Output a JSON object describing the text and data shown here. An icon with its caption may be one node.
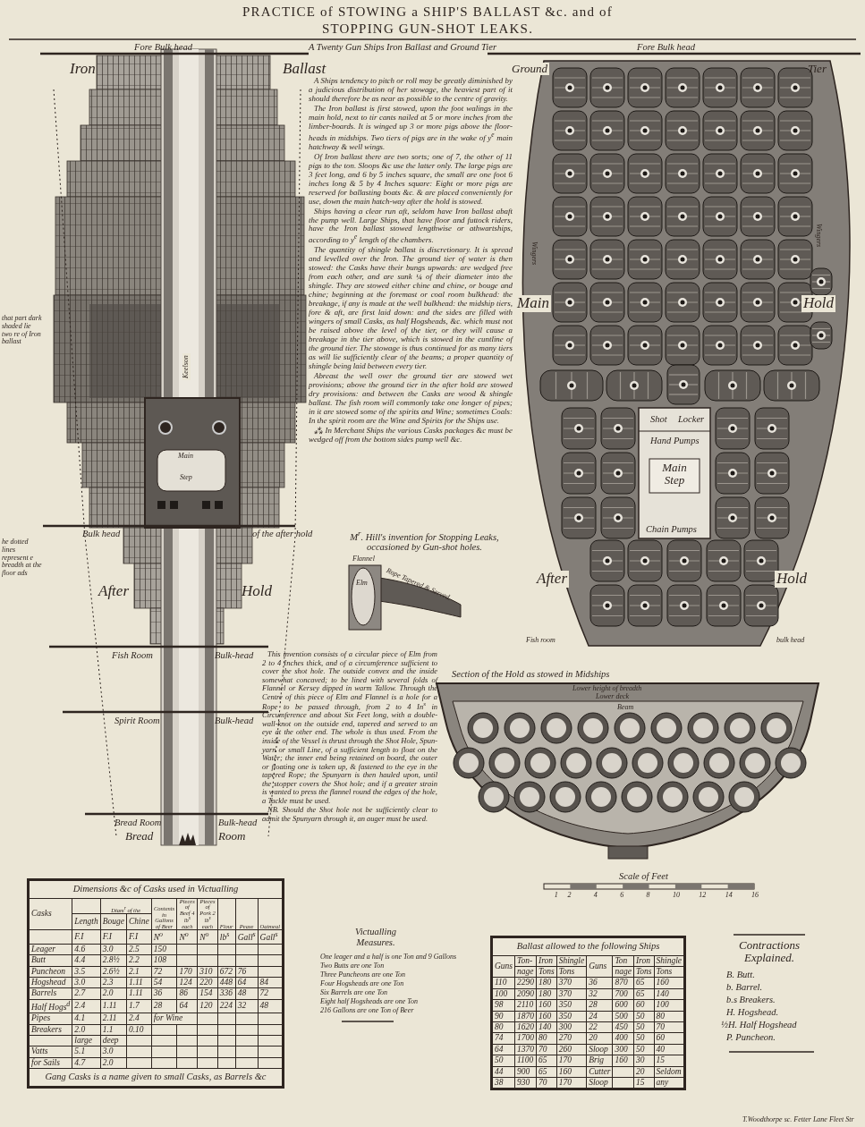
{
  "diagram": {
    "title": "PRACTICE of STOWING a SHIP'S BALLAST &c. and of STOPPING GUN-SHOT LEAKS.",
    "labels": [
      "Fore Bulk head",
      "A Twenty Gun Ships Iron Ballast and Ground Tier",
      "Fore Bulk head",
      "Iron",
      "Ballast",
      "Ground",
      "Tier",
      "A Ships tendency to pitch or roll may be greatly diminished by a judicious distribution of her stowage, the heaviest part of it should therefore be as near as possible to the centre of gravity.",
      "The Iron ballast is first stowed, upon the foot walings in the main hold, next to tir cants nailed at 5 or more inches from the limber-boards. It is winged up 3 or more pigs above the floor-heads in midships. Two tiers of pigs are in the wake of y$^{e}$ main hatchway & well wings.",
      "Of Iron ballast there are two sorts; one of 7, the other of 11 pigs to the ton. Sloops &c use the latter only. The large pigs are 3 feet long, and 6 by 5 inches square, the small are one foot 6 inches long & 5 by 4 Inches square: Eight or more pigs are reserved for ballasting boats &c. & are placed conveniently for use, down the main hatch-way after the hold is stowed.",
      "Ships having a clear run aft, seldom have Iron ballast abaft the pump well. Large Ships, that have floor and futtock riders, have the Iron ballast stowed lengthwise or athwartships, according to y$^{e}$ length of the chambers.",
      "The quantity of shingle ballast is discretionary. It is spread and levelled over the Iron. The ground tier of water is then stowed: the Casks have their bungs upwards: are wedged free from each other, and are sunk ¼ of their diameter into the shingle. They are stowed either chine and chine, or bouge and chine; beginning at the foremast or coal room bulkhead: the breakage, if any is made at the well bulkhead: the midship tiers, fore & aft, are first laid down: and the sides are filled with wingers of small Casks, as half Hogsheads, &c. which must not be raised above the level of the tier, or they will cause a breakage in the tier above, which is stowed in the cuntline of the ground tier. The stowage is thus continued for as many tiers as will lie sufficiently clear of the beams; a proper quantity of shingle being laid between every tier.",
      "Abreast the well over the ground tier are stowed wet provisions; above the ground tier in the after hold are stowed dry provisions: and between the Casks are wood & shingle ballast. The fish room will commonly take one longer of pipes; in it are stowed some of the spirits and Wine; sometimes Coals: In the spirit room are the Wine and Spirits for the Ships use.",
      "⁂ In Merchant Ships the various Casks packages &c must be wedged off from the bottom sides pump well &c.",
      "Keelson",
      "Wingers",
      "Main",
      "Hold",
      "Wingers",
      "that part dark shaded lie two re of Iron ballast",
      "Shot",
      "Locker",
      "Hand Pumps",
      "Main",
      "Step",
      "Main Step",
      "Chain Pumps",
      "Bulk head",
      "of the after hold",
      "he dotted lines represent e breadth at the floor ads",
      "M$^{r}$. Hill's invention for Stopping Leaks, occasioned by Gun-shot holes.",
      "Flannel",
      "Elm",
      "Rope Tapered & Served.",
      "After",
      "Hold",
      "After",
      "Hold",
      "Fish room",
      "bulk head",
      "Fish Room",
      "Bulk-head",
      "This invention consists of a circular piece of Elm from 2 to 4 Inches thick, and of a circumference sufficient to cover the shot hole. The outside convex and the inside somewhat concaved; to be lined with several folds of Flannel or Kersey dipped in warm Tallow. Through the Centre of this piece of Elm and Flannel is a hole for a Rope to be passed through, from 2 to 4 In$^{s}$ in Circumference and about Six Feet long, with a double-wall-knot on the outside end, tapered and served to an eye at the other end. The whole is thus used. From the inside of the Vessel is thrust through the Shot Hole, Spun-yarn or small Line, of a sufficient length to float on the Water; the inner end being retained on board, the outer or floating one is taken up, & fastened to the eye in the tapered Rope; the Spunyarn is then hauled upon, until the stopper covers the Shot hole; and if a greater strain is wanted to press the flannel round the edges of the hole, a Tackle must be used.",
      "NB. Should the Shot hole not be sufficiently clear to admit the Spunyarn through it, an auger must be used.",
      "Section of the Hold as stowed in Midships",
      "Lower height of breadth",
      "Lower deck",
      "Beam",
      "Spirit Room",
      "Bulk-head",
      "Bread Room",
      "Bulk-head",
      "Bread",
      "Room",
      "Scale of Feet",
      "1",
      "2",
      "4",
      "6",
      "8",
      "10",
      "12",
      "14",
      "16",
      "Dimensions &c of Casks used in Victualling",
      "Casks",
      "Diam$^{r}$ of the",
      "Contents in Gallons of Beer",
      "Pieces of Beef 4 lb$^{s}$ each",
      "Pieces of Pork 2 lb$^{s}$ each",
      "Flour",
      "Pease",
      "Oatmeal",
      "Length",
      "Bouge",
      "Chine",
      "F.I",
      "F.I",
      "F.I",
      "N$^{o}$",
      "N$^{o}$",
      "N$^{o}$",
      "lb$^{s}$",
      "Gall$^{s}$",
      "Gall$^{s}$",
      "Leager",
      "4.6",
      "3.0",
      "2.5",
      "150",
      "Butt",
      "4.4",
      "2.8½",
      "2.2",
      "108",
      "Puncheon",
      "3.5",
      "2.6½",
      "2.1",
      "72",
      "170",
      "310",
      "672",
      "76",
      "Hogshead",
      "3.0",
      "2.3",
      "1.11",
      "54",
      "124",
      "220",
      "448",
      "64",
      "84",
      "Barrels",
      "2.7",
      "2.0",
      "1.11",
      "36",
      "86",
      "154",
      "336",
      "48",
      "72",
      "Half Hogs$^{d}$",
      "2.4",
      "1.11",
      "1.7",
      "28",
      "64",
      "120",
      "224",
      "32",
      "48",
      "Pipes",
      "4.1",
      "2.11",
      "2.4",
      "for Wine",
      "Breakers",
      "2.0",
      "1.1",
      "0.10",
      "large",
      "deep",
      "Vatts",
      "5.1",
      "3.0",
      "for Sails",
      "4.7",
      "2.0",
      "Gang Casks is a name given to small Casks, as Barrels &c",
      "Victualling Measures.",
      "One leager and a half is one Ton and 9 Gallons",
      "Two Butts are one Ton",
      "Three Puncheons are one Ton",
      "Four Hogsheads are one Ton",
      "Six Barrels are one Ton",
      "Eight half Hogsheads are one Ton",
      "216 Gallons are one Ton of Beer",
      "Ballast allowed to the following Ships",
      "Guns",
      "Ton-",
      "Iron",
      "Shingle",
      "Guns",
      "Ton",
      "Iron",
      "Shingle",
      "nage",
      "Tons",
      "Tons",
      "nage",
      "Tons",
      "Tons",
      "110",
      "2290",
      "180",
      "370",
      "36",
      "870",
      "65",
      "160",
      "100",
      "2090",
      "180",
      "370",
      "32",
      "700",
      "65",
      "140",
      "98",
      "2110",
      "160",
      "350",
      "28",
      "600",
      "60",
      "100",
      "90",
      "1870",
      "160",
      "350",
      "24",
      "500",
      "50",
      "80",
      "80",
      "1620",
      "140",
      "300",
      "22",
      "450",
      "50",
      "70",
      "74",
      "1700",
      "80",
      "270",
      "20",
      "400",
      "50",
      "60",
      "64",
      "1370",
      "70",
      "260",
      "Sloop",
      "300",
      "50",
      "40",
      "50",
      "1100",
      "65",
      "170",
      "Brig",
      "160",
      "30",
      "15",
      "44",
      "900",
      "65",
      "160",
      "Cutter",
      "20",
      "Seldom",
      "38",
      "930",
      "70",
      "170",
      "Sloop",
      "15",
      "any",
      "Contractions Explained.",
      "B. Butt.",
      "b. Barrel.",
      "b.s Breakers.",
      "H. Hogshead.",
      "½H. Half Hogshead",
      "P. Puncheon.",
      "T.Woodthorpe sc. Fetter Lane Fleet Str"
    ]
  }
}
